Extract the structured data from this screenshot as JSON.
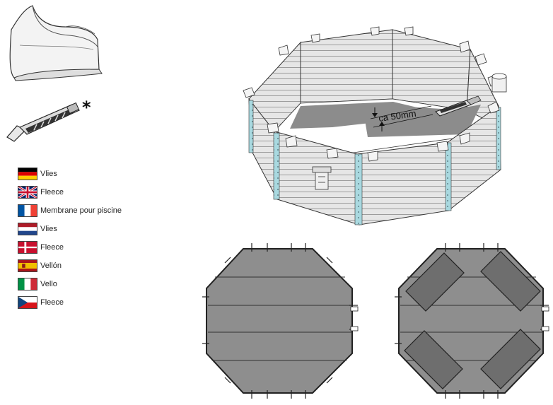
{
  "legend": [
    {
      "flag": "de",
      "label": "Vlies"
    },
    {
      "flag": "gb",
      "label": "Fleece"
    },
    {
      "flag": "fr",
      "label": "Membrane pour piscine"
    },
    {
      "flag": "nl",
      "label": "Vlies"
    },
    {
      "flag": "dk",
      "label": "Fleece"
    },
    {
      "flag": "es",
      "label": "Vellón"
    },
    {
      "flag": "it",
      "label": "Vello"
    },
    {
      "flag": "cz",
      "label": "Fleece"
    }
  ],
  "tool": {
    "asterisk": "*"
  },
  "pool": {
    "dimension_label": "ca 50mm"
  },
  "icons": {
    "fleece": "fleece-roll-icon",
    "cutter": "utility-knife-icon",
    "skimmer": "skimmer-icon"
  },
  "colors": {
    "wall": "#e4e4e4",
    "wall_line": "#8a8a8a",
    "post": "#a9d9e0",
    "floor": "#8c8c8c",
    "floor_dark": "#6e6e6e",
    "outline": "#222222"
  }
}
